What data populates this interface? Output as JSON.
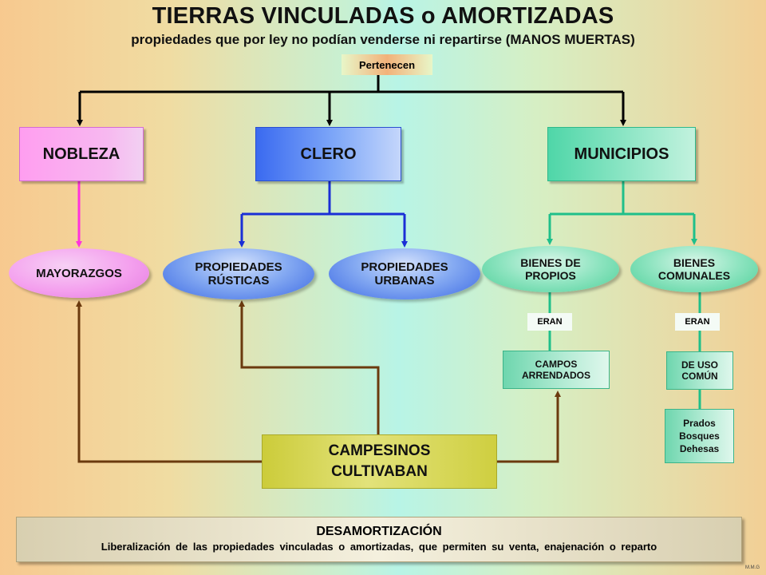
{
  "title": "TIERRAS VINCULADAS o AMORTIZADAS",
  "subtitle": "propiedades que por ley no podían venderse ni repartirse  (MANOS MUERTAS)",
  "pertenecen": "Pertenecen",
  "owners": {
    "nobleza": "NOBLEZA",
    "clero": "CLERO",
    "municipios": "MUNICIPIOS"
  },
  "properties": {
    "mayorazgos": "MAYORAZGOS",
    "rusticas": [
      "PROPIEDADES",
      "RÚSTICAS"
    ],
    "urbanas": [
      "PROPIEDADES",
      "URBANAS"
    ],
    "propios": [
      "BIENES DE",
      "PROPIOS"
    ],
    "comunales": [
      "BIENES",
      "COMUNALES"
    ]
  },
  "eran_label": "ERAN",
  "campos": [
    "CAMPOS",
    "ARRENDADOS"
  ],
  "uso_comun": [
    "DE USO",
    "COMÚN"
  ],
  "prados": [
    "Prados",
    "Bosques",
    "Dehesas"
  ],
  "campesinos": [
    "CAMPESINOS",
    "CULTIVABAN"
  ],
  "desamortizacion": {
    "title": "DESAMORTIZACIÓN",
    "text": "Liberalización de las propiedades vinculadas o amortizadas, que permiten su venta, enajenación o reparto"
  },
  "signature": "M.M.G",
  "colors": {
    "nobleza_line": "#ff33dd",
    "clero_line": "#1a2fd6",
    "municipios_line": "#1fbf8a",
    "campesinos_line": "#6b3a0e",
    "main_line": "#000000"
  }
}
